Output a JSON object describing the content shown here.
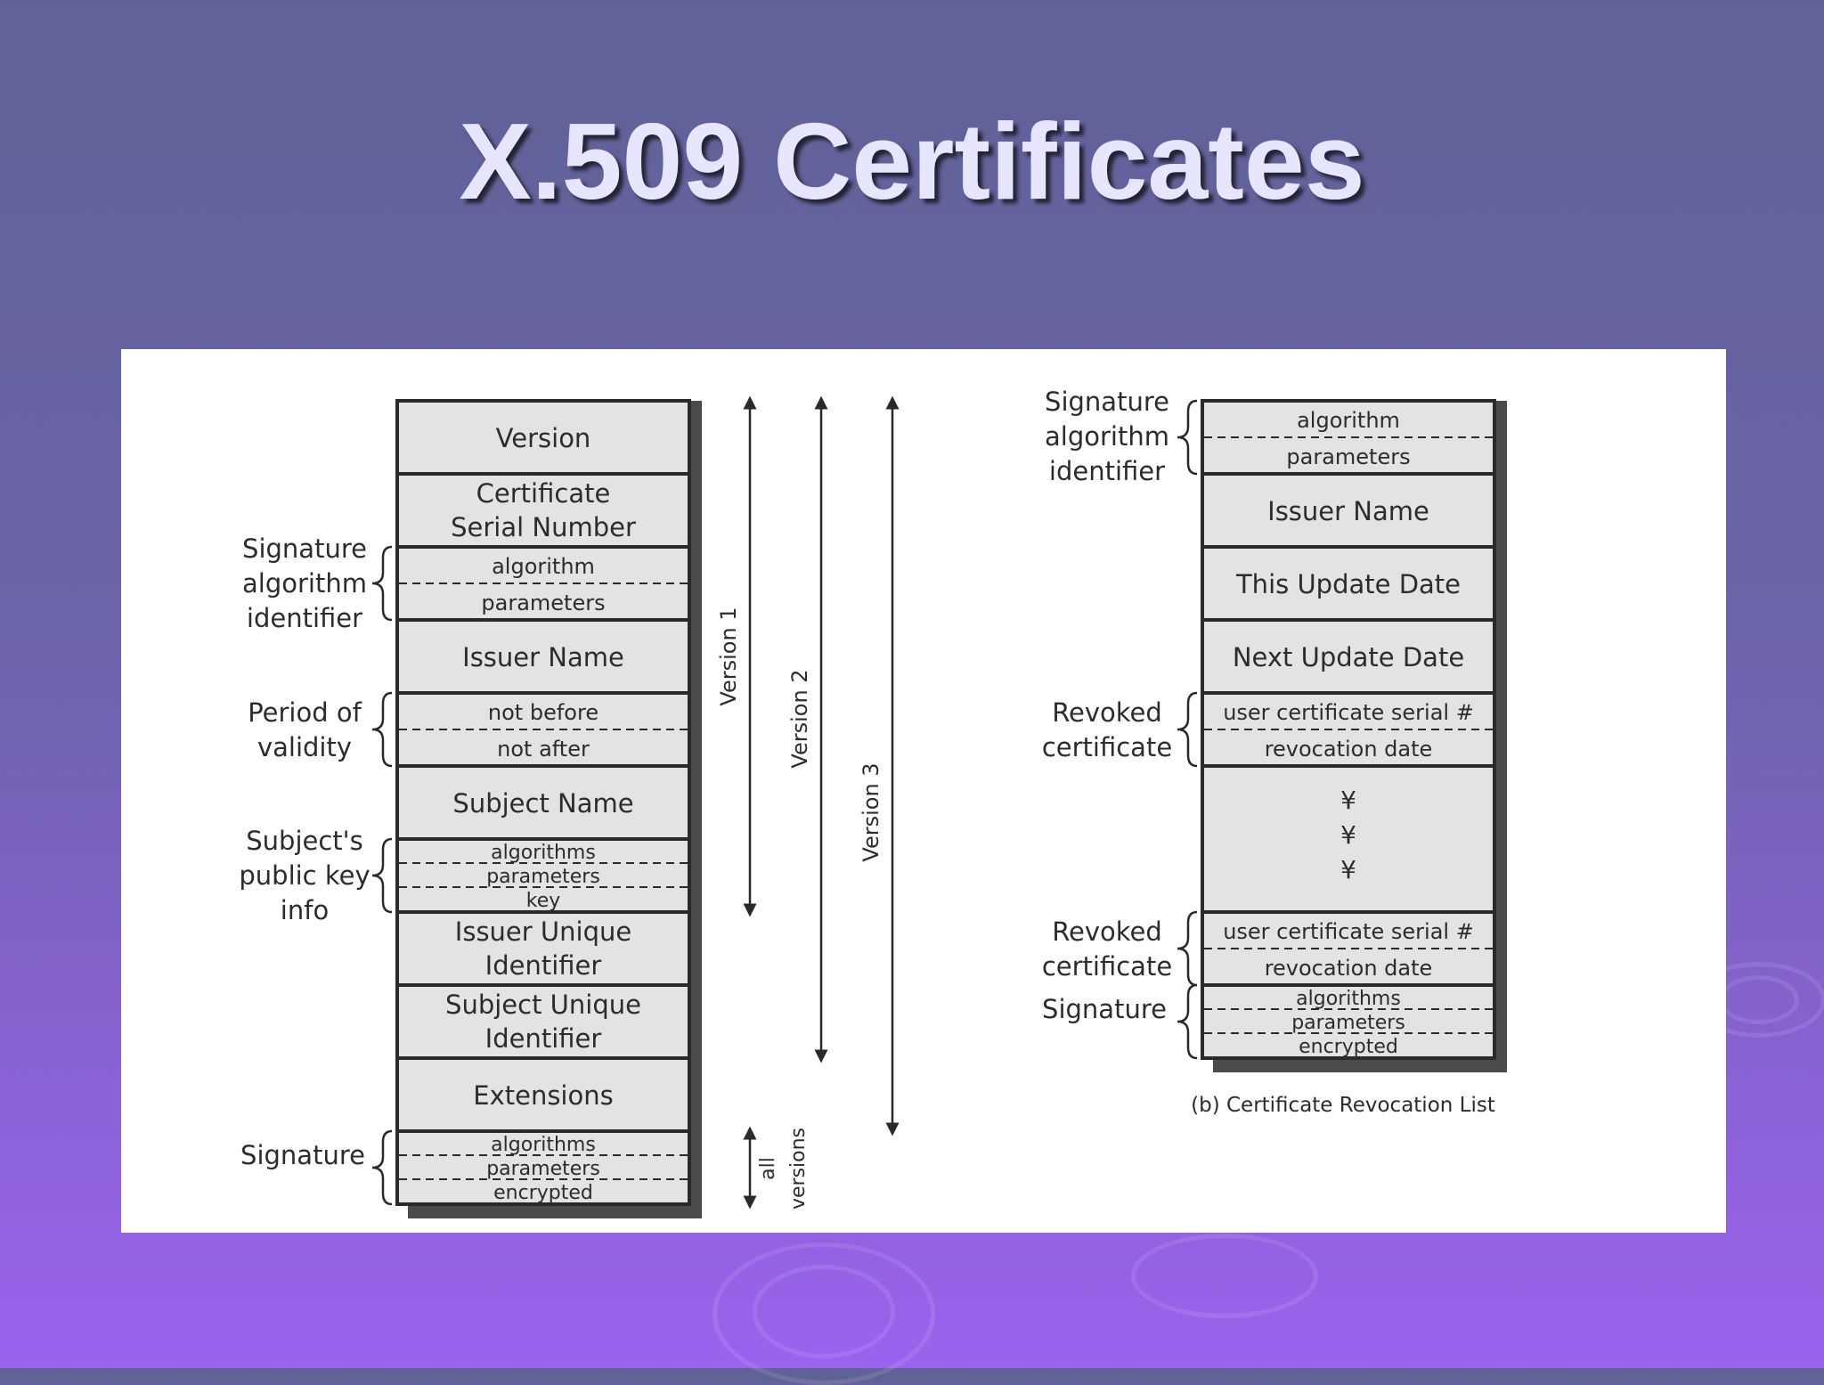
{
  "title": "X.509 Certificates",
  "certificate": {
    "fields": {
      "version": "Version",
      "serial_1": "Certificate",
      "serial_2": "Serial Number",
      "sig_algorithm": "algorithm",
      "sig_parameters": "parameters",
      "issuer_name": "Issuer Name",
      "not_before": "not before",
      "not_after": "not after",
      "subject_name": "Subject Name",
      "pk_algorithms": "algorithms",
      "pk_parameters": "parameters",
      "pk_key": "key",
      "issuer_uid_1": "Issuer Unique",
      "issuer_uid_2": "Identifier",
      "subject_uid_1": "Subject Unique",
      "subject_uid_2": "Identifier",
      "extensions": "Extensions",
      "signature_algorithms": "algorithms",
      "signature_parameters": "parameters",
      "signature_encrypted": "encrypted"
    },
    "side_labels": {
      "sig_alg_1": "Signature",
      "sig_alg_2": "algorithm",
      "sig_alg_3": "identifier",
      "validity_1": "Period of",
      "validity_2": "validity",
      "pubkey_1": "Subject's",
      "pubkey_2": "public key",
      "pubkey_3": "info",
      "signature": "Signature"
    },
    "versions": {
      "v1": "Version 1",
      "v2": "Version 2",
      "v3": "Version 3",
      "all_1": "all",
      "all_2": "versions"
    }
  },
  "crl": {
    "fields": {
      "algorithm": "algorithm",
      "parameters": "parameters",
      "issuer_name": "Issuer Name",
      "this_update": "This Update Date",
      "next_update": "Next Update Date",
      "revoked1_serial": "user certificate serial #",
      "revoked1_date": "revocation date",
      "ellipsis_1": "¥",
      "ellipsis_2": "¥",
      "ellipsis_3": "¥",
      "revoked2_serial": "user certificate serial #",
      "revoked2_date": "revocation date",
      "sig_algorithms": "algorithms",
      "sig_parameters": "parameters",
      "sig_encrypted": "encrypted"
    },
    "side_labels": {
      "sig_alg_1": "Signature",
      "sig_alg_2": "algorithm",
      "sig_alg_3": "identifier",
      "revoked1_1": "Revoked",
      "revoked1_2": "certificate",
      "revoked2_1": "Revoked",
      "revoked2_2": "certificate",
      "signature": "Signature"
    },
    "caption": "(b) Certificate Revocation List"
  }
}
